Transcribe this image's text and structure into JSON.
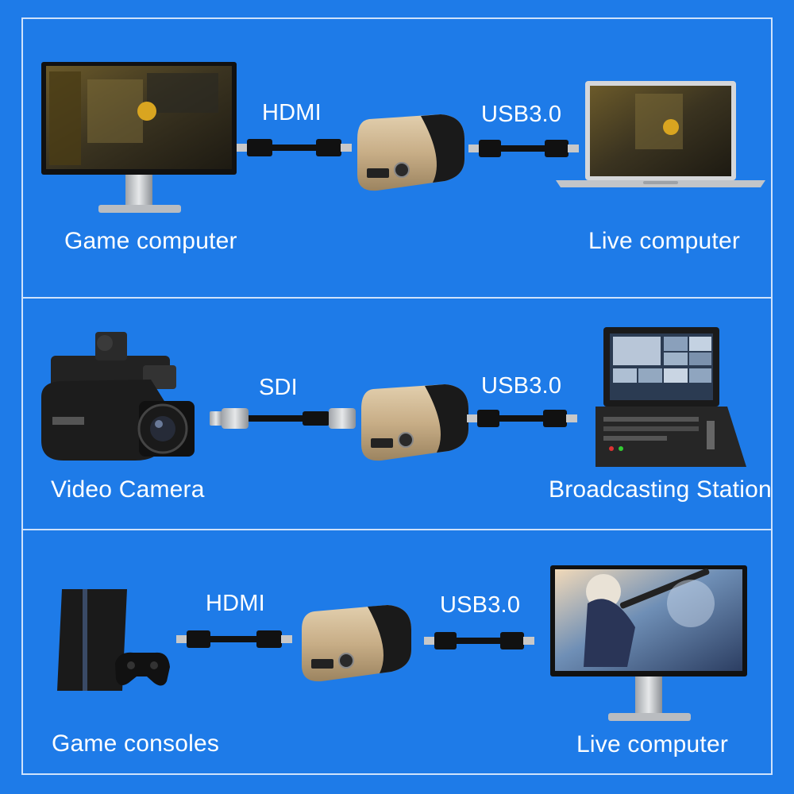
{
  "colors": {
    "background": "#1e7be8",
    "panel_border": "#cfe2fb",
    "text": "#ffffff",
    "capture_card": "#c9b08a",
    "cable": "#101010"
  },
  "rows": [
    {
      "source_label": "Game computer",
      "source_icon": "desktop-monitor-icon",
      "input_cable": "HDMI",
      "output_cable": "USB3.0",
      "target_label": "Live computer",
      "target_icon": "laptop-icon"
    },
    {
      "source_label": "Video Camera",
      "source_icon": "video-camera-icon",
      "input_cable": "SDI",
      "output_cable": "USB3.0",
      "target_label": "Broadcasting Station",
      "target_icon": "broadcast-switcher-icon"
    },
    {
      "source_label": "Game consoles",
      "source_icon": "game-console-icon",
      "input_cable": "HDMI",
      "output_cable": "USB3.0",
      "target_label": "Live computer",
      "target_icon": "monitor-icon"
    }
  ]
}
